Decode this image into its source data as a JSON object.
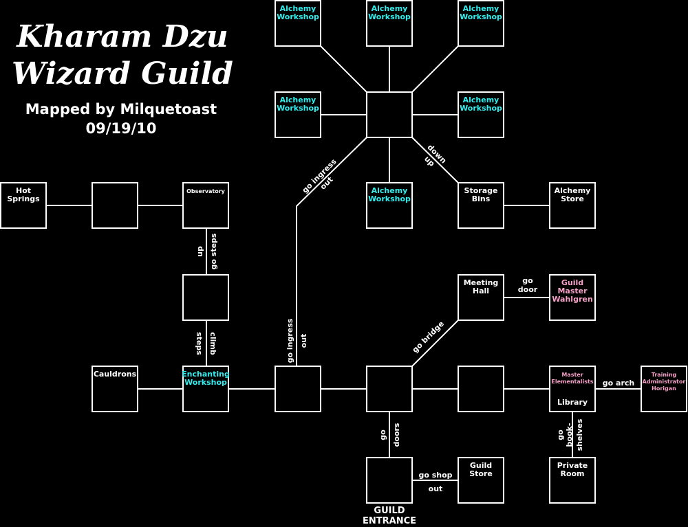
{
  "map": {
    "title_line1": "Kharam Dzu",
    "title_line2": "Wizard Guild",
    "credit": "Mapped by Milquetoast",
    "date": "09/19/10",
    "entrance_line1": "GUILD",
    "entrance_line2": "ENTRANCE"
  },
  "colors": {
    "background": "#000000",
    "line": "#ffffff",
    "room_label": "#ffffff",
    "workshop_label": "#33eeee",
    "npc_label": "#f7a0c8"
  },
  "rooms": [
    {
      "id": "alch-nw",
      "lines": [
        "Alchemy",
        "Workshop"
      ],
      "color": "workshop"
    },
    {
      "id": "alch-n",
      "lines": [
        "Alchemy",
        "Workshop"
      ],
      "color": "workshop"
    },
    {
      "id": "alch-ne",
      "lines": [
        "Alchemy",
        "Workshop"
      ],
      "color": "workshop"
    },
    {
      "id": "alch-w",
      "lines": [
        "Alchemy",
        "Workshop"
      ],
      "color": "workshop"
    },
    {
      "id": "hub",
      "lines": [],
      "color": "room"
    },
    {
      "id": "alch-e",
      "lines": [
        "Alchemy",
        "Workshop"
      ],
      "color": "workshop"
    },
    {
      "id": "alch-s",
      "lines": [
        "Alchemy",
        "Workshop"
      ],
      "color": "workshop"
    },
    {
      "id": "storage",
      "lines": [
        "Storage",
        "Bins"
      ],
      "color": "room"
    },
    {
      "id": "alch-store",
      "lines": [
        "Alchemy",
        "Store"
      ],
      "color": "room"
    },
    {
      "id": "hot-springs",
      "lines": [
        "Hot",
        "Springs"
      ],
      "color": "room"
    },
    {
      "id": "unnamed-1",
      "lines": [],
      "color": "room"
    },
    {
      "id": "observatory",
      "lines": [
        "Observatory"
      ],
      "color": "room",
      "small": true
    },
    {
      "id": "unnamed-2",
      "lines": [],
      "color": "room"
    },
    {
      "id": "meeting-hall",
      "lines": [
        "Meeting",
        "Hall"
      ],
      "color": "room"
    },
    {
      "id": "guild-master",
      "lines": [
        "Guild",
        "Master",
        "Wahlgren"
      ],
      "color": "npc"
    },
    {
      "id": "cauldrons",
      "lines": [
        "Cauldrons"
      ],
      "color": "room"
    },
    {
      "id": "enchanting",
      "lines": [
        "Enchanting",
        "Workshop"
      ],
      "color": "workshop"
    },
    {
      "id": "unnamed-3",
      "lines": [],
      "color": "room"
    },
    {
      "id": "center",
      "lines": [],
      "color": "room"
    },
    {
      "id": "unnamed-4",
      "lines": [],
      "color": "room"
    },
    {
      "id": "library",
      "lines": [
        "Master",
        "Elementalists"
      ],
      "extra": "Library",
      "color": "npc",
      "small": true
    },
    {
      "id": "training",
      "lines": [
        "Training",
        "Administrator",
        "Horigan"
      ],
      "color": "npc",
      "small": true
    },
    {
      "id": "entrance",
      "lines": [],
      "color": "room"
    },
    {
      "id": "guild-store",
      "lines": [
        "Guild",
        "Store"
      ],
      "color": "room"
    },
    {
      "id": "private-room",
      "lines": [
        "Private",
        "Room"
      ],
      "color": "room"
    }
  ],
  "edge_labels": {
    "go_ingress_out_upper": [
      "go ingress",
      "out"
    ],
    "down_up": [
      "down",
      "up"
    ],
    "up_go_steps": [
      "up",
      "go steps"
    ],
    "climb_steps": [
      "climb",
      "steps"
    ],
    "go_ingress_out_lower": [
      "go ingress",
      "out"
    ],
    "go_bridge": "go bridge",
    "go_door": [
      "go",
      "door"
    ],
    "go_arch": "go arch",
    "go_doors": [
      "go",
      "doors"
    ],
    "go_book_shelves": [
      "go",
      "book-",
      "shelves"
    ],
    "go_shop_out": [
      "go shop",
      "out"
    ]
  }
}
